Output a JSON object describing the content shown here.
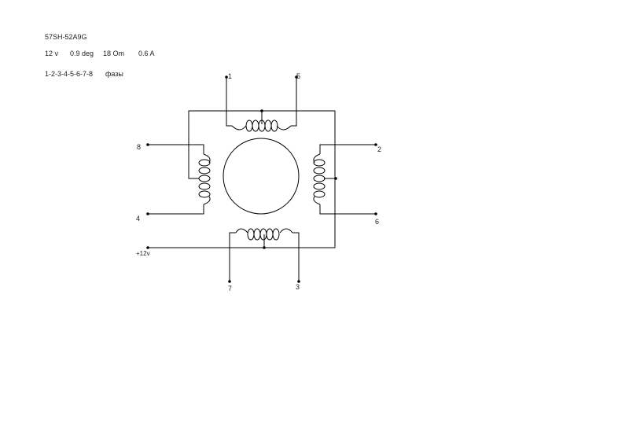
{
  "header": {
    "model": "57SH-52A9G",
    "specs": [
      "12 v",
      "0.9 deg",
      "18 Om",
      "0.6 A"
    ],
    "phases_sequence": "1-2-3-4-5-6-7-8",
    "phases_label": "фазы"
  },
  "diagram": {
    "terminals": {
      "t1": "1",
      "t2": "2",
      "t3": "3",
      "t4": "4",
      "t5": "5",
      "t6": "6",
      "t7": "7",
      "t8": "8",
      "supply": "+12v"
    }
  },
  "colors": {
    "line": "#000000",
    "background": "#ffffff"
  }
}
